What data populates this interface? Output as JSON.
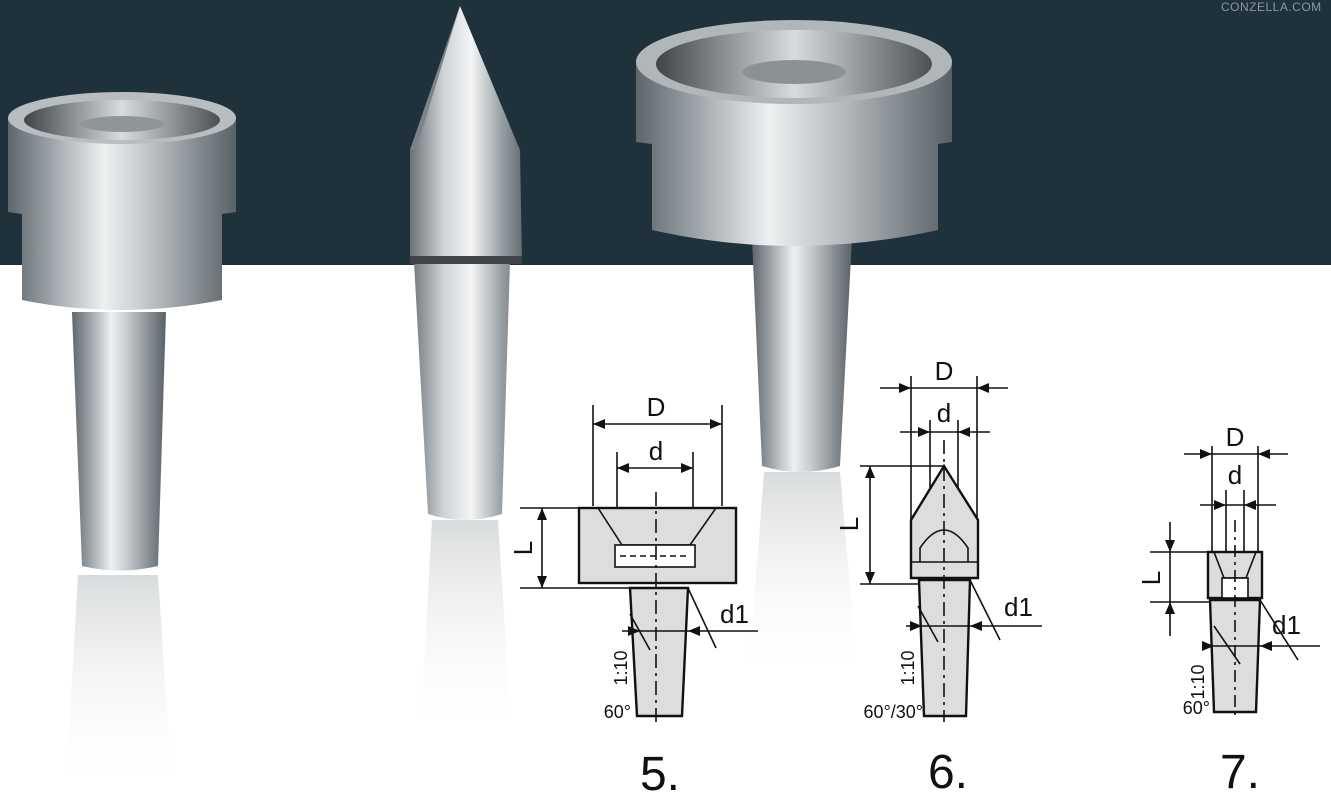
{
  "brand": {
    "site_text": "CONZELLA.COM"
  },
  "colors": {
    "band": "#1f313a",
    "steel_light": "#e2e5e7",
    "steel_dark": "#6c7277",
    "drawing_fill": "#dcdddf",
    "line": "#111111"
  },
  "drawings": [
    {
      "number_label": "5.",
      "dim_D": "D",
      "dim_d": "d",
      "dim_L": "L",
      "dim_d1": "d1",
      "taper": "1:10",
      "angle": "60°"
    },
    {
      "number_label": "6.",
      "dim_D": "D",
      "dim_d": "d",
      "dim_L": "L",
      "dim_d1": "d1",
      "taper": "1:10",
      "angle": "60°/30°"
    },
    {
      "number_label": "7.",
      "dim_D": "D",
      "dim_d": "d",
      "dim_L": "L",
      "dim_d1": "d1",
      "taper": "1:10",
      "angle": "60°"
    }
  ],
  "product_photos": [
    {
      "icon": "cup-center-small"
    },
    {
      "icon": "pointed-center"
    },
    {
      "icon": "cup-center-large"
    }
  ]
}
